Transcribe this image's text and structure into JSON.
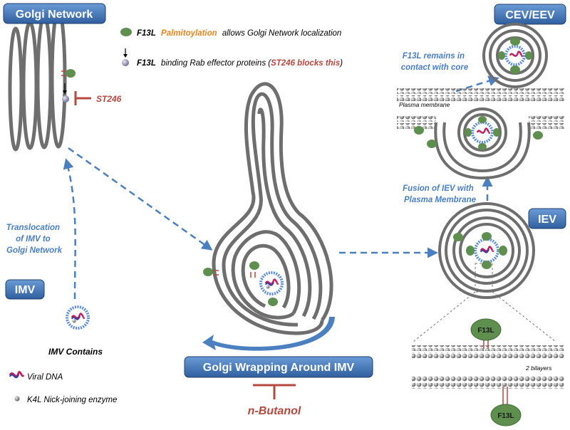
{
  "labels": {
    "golgi_network": "Golgi Network",
    "imv": "IMV",
    "cev_eev": "CEV/EEV",
    "iev": "IEV",
    "golgi_wrapping": "Golgi Wrapping Around IMV"
  },
  "legend": {
    "palm_prefix": "F13L",
    "palm_highlight": "Palmitoylation",
    "palm_suffix": "allows Golgi Network localization",
    "rab_prefix": "F13L",
    "rab_middle": "binding Rab effector proteins (",
    "rab_highlight": "ST246 blocks this",
    "rab_end": ")"
  },
  "inhibitors": {
    "st246": "ST246",
    "n_butanol": "n-Butanol"
  },
  "notes": {
    "translocation": [
      "Translocation",
      "of IMV to",
      "Golgi Network"
    ],
    "f13l_core": [
      "F13L remains in",
      "contact with core"
    ],
    "fusion": [
      "Fusion of IEV with",
      "Plasma Membrane"
    ],
    "plasma_membrane": "Plasma membrane",
    "two_bilayers": "2 bilayers"
  },
  "imv_contents": {
    "title": "IMV Contains",
    "items": [
      "Viral DNA",
      "K4L Nick-joining enzyme"
    ]
  },
  "protein_labels": [
    "F13L",
    "F13L"
  ],
  "colors": {
    "box_fill": "#3f73b5",
    "arrow_blue": "#4a7fc0",
    "inhibitor_red": "#b5483f",
    "palmitoylation_orange": "#e8861f",
    "protein_green": "#5e8f4e",
    "membrane_gray": "#6e6e6e"
  }
}
